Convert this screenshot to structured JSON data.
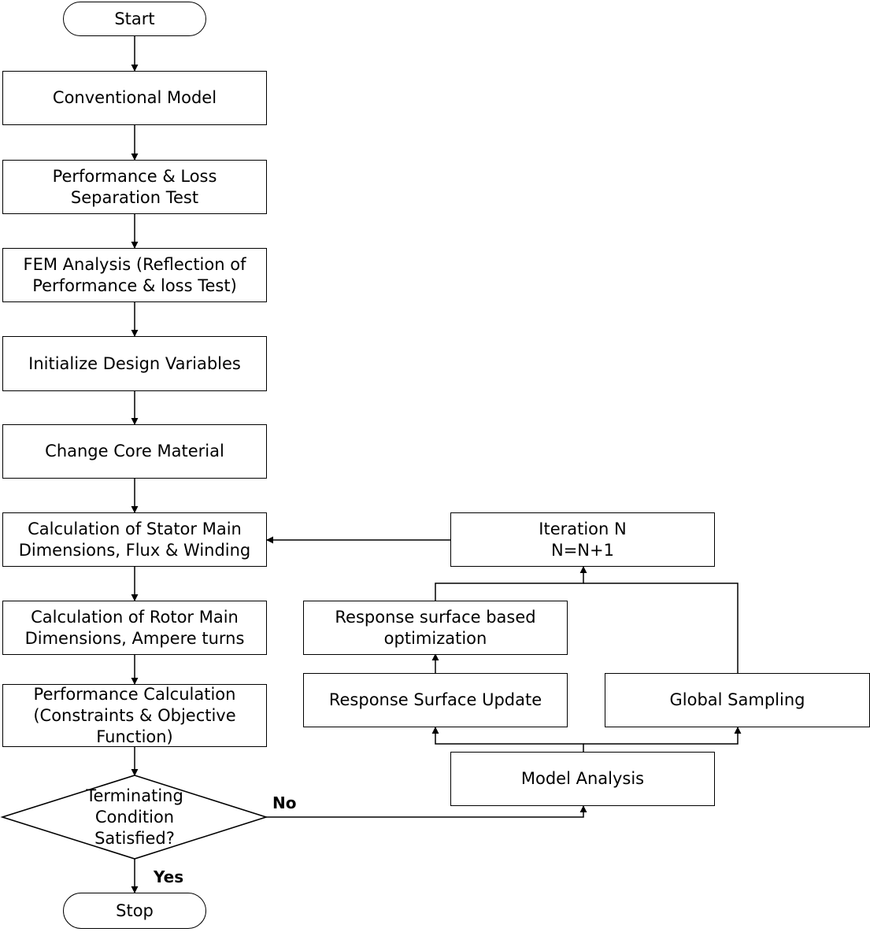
{
  "flowchart": {
    "start": "Start",
    "stop": "Stop",
    "main_steps": [
      [
        "Conventional Model"
      ],
      [
        "Performance & Loss",
        "Separation Test"
      ],
      [
        "FEM Analysis (Reflection of",
        "Performance & loss Test)"
      ],
      [
        "Initialize Design Variables"
      ],
      [
        "Change Core Material"
      ],
      [
        "Calculation of Stator Main",
        "Dimensions, Flux & Winding"
      ],
      [
        "Calculation of Rotor Main",
        "Dimensions, Ampere turns"
      ],
      [
        "Performance Calculation",
        "(Constraints & Objective",
        "Function)"
      ]
    ],
    "decision": [
      "Terminating",
      "Condition",
      "Satisfied?"
    ],
    "yes_label": "Yes",
    "no_label": "No",
    "loop": {
      "iteration": [
        "Iteration N",
        "N=N+1"
      ],
      "rs_optimization": [
        "Response surface based",
        "optimization"
      ],
      "rs_update": "Response Surface Update",
      "global_sampling": "Global Sampling",
      "model_analysis": "Model Analysis"
    }
  }
}
